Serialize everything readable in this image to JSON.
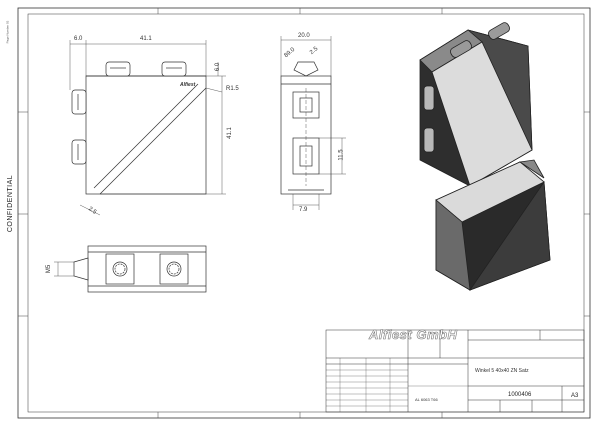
{
  "side_labels": {
    "confidential": "CONFIDENTIAL",
    "page_number": "Page Number 03"
  },
  "dimensions": {
    "front_width_left": "6.0",
    "front_width": "41.1",
    "front_height": "41.1",
    "front_top": "6.0",
    "radius": "R1.5",
    "thickness": "2.5",
    "side_width": "20.0",
    "side_angle": "89.0",
    "side_hole": "2.5",
    "side_height": "11.5",
    "side_bottom": "7.9",
    "bottom_thread": "M5"
  },
  "part_marking": "Alfiest",
  "title_block": {
    "company": "Alfiest GmbH",
    "title": "Winkel 5 40x40 ZN Satz",
    "drawing_number": "1000406",
    "size": "A3",
    "material": "AL 6063 T66"
  },
  "colors": {
    "line": "#333333",
    "part_dark": "#3a3a3a",
    "part_light": "#d8d8d8"
  }
}
